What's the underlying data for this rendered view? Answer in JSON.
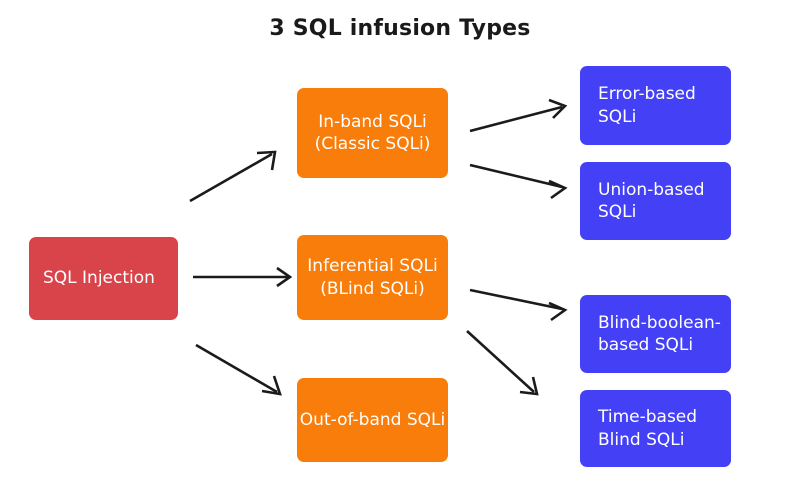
{
  "diagram": {
    "title": "3 SQL infusion Types",
    "colors": {
      "root": "#d8444a",
      "mid": "#f97d0a",
      "leaf": "#4340f5",
      "arrow": "#1b1b1b",
      "background": "#ffffff",
      "title_text": "#1a1a1a",
      "node_text": "#ffffff"
    },
    "root": {
      "label": "SQL Injection"
    },
    "branches": [
      {
        "label": "In-band SQLi\n(Classic SQLi)"
      },
      {
        "label": "Inferential SQLi\n(BLind SQLi)"
      },
      {
        "label": "Out-of-band SQLi"
      }
    ],
    "leaves": [
      {
        "label": "Error-based\nSQLi"
      },
      {
        "label": "Union-based\nSQLi"
      },
      {
        "label": "Blind-boolean-\nbased SQLi"
      },
      {
        "label": "Time-based\nBlind SQLi"
      }
    ],
    "connections": [
      {
        "from": "SQL Injection",
        "to": "In-band SQLi (Classic SQLi)"
      },
      {
        "from": "SQL Injection",
        "to": "Inferential SQLi (BLind SQLi)"
      },
      {
        "from": "SQL Injection",
        "to": "Out-of-band SQLi"
      },
      {
        "from": "In-band SQLi (Classic SQLi)",
        "to": "Error-based SQLi"
      },
      {
        "from": "In-band SQLi (Classic SQLi)",
        "to": "Union-based SQLi"
      },
      {
        "from": "Inferential SQLi (BLind SQLi)",
        "to": "Blind-boolean-based SQLi"
      },
      {
        "from": "Inferential SQLi (BLind SQLi)",
        "to": "Time-based Blind SQLi"
      }
    ]
  }
}
